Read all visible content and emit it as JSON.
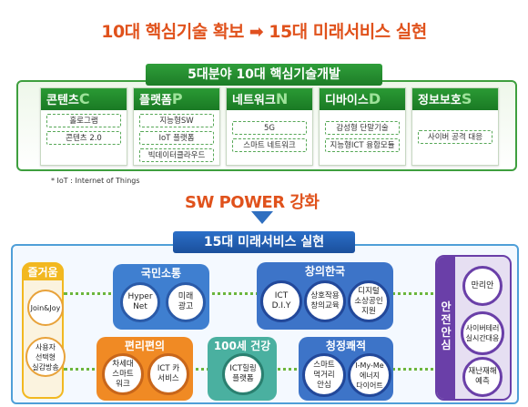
{
  "header": {
    "left": "10대 핵심기술 확보",
    "arrow": "➡",
    "right": "15대 미래서비스 실현"
  },
  "tech_banner": "5대분야 10대 핵심기술개발",
  "categories": [
    {
      "title": "콘텐츠",
      "letter": "C",
      "items": [
        "홀로그램",
        "콘텐츠 2.0"
      ]
    },
    {
      "title": "플랫폼",
      "letter": "P",
      "items": [
        "지능형SW",
        "IoT 플랫폼",
        "빅데이터클라우드"
      ]
    },
    {
      "title": "네트워크",
      "letter": "N",
      "items": [
        "5G",
        "스마트 네트워크"
      ]
    },
    {
      "title": "디바이스",
      "letter": "D",
      "items": [
        "감성형 단말기술",
        "지능형ICT 융합모듈"
      ]
    },
    {
      "title": "정보보호",
      "letter": "S",
      "items": [
        "사이버 공격 대응"
      ]
    }
  ],
  "footnote": "* IoT : Internet of Things",
  "sw_power": "SW POWER 강화",
  "service_banner": "15대 미래서비스 실현",
  "groups": {
    "fun": {
      "title": "즐거움",
      "items": [
        "Join&Joy",
        "사용자\n선택형\n실감방송"
      ]
    },
    "comm": {
      "title": "국민소통",
      "items": [
        "Hyper\nNet",
        "미래\n광고"
      ]
    },
    "creative": {
      "title": "창의한국",
      "items": [
        "ICT\nD.I.Y",
        "상호작용\n창의교육",
        "디지털\n소상공인\n지원"
      ]
    },
    "safety": {
      "title": "안전\n안심",
      "items": [
        "만리안",
        "사이버테러\n실시간대응",
        "재난재해\n예측"
      ]
    },
    "convenience": {
      "title": "편리편의",
      "items": [
        "차세대\n스마트\n워크",
        "ICT 카\n서비스"
      ]
    },
    "health": {
      "title": "100세 건강",
      "items": [
        "ICT힐링\n플랫폼"
      ]
    },
    "clean": {
      "title": "청정쾌적",
      "items": [
        "스마트\n먹거리\n안심",
        "I-My-Me\n에너지\n다이어트"
      ]
    }
  },
  "colors": {
    "green": "#2a9a34",
    "orange": "#e0521c",
    "blue": "#2b6fc8",
    "purple": "#6a3fa8",
    "yellow": "#f2b820",
    "fun_orange": "#f08a24",
    "teal": "#3aa89a"
  }
}
